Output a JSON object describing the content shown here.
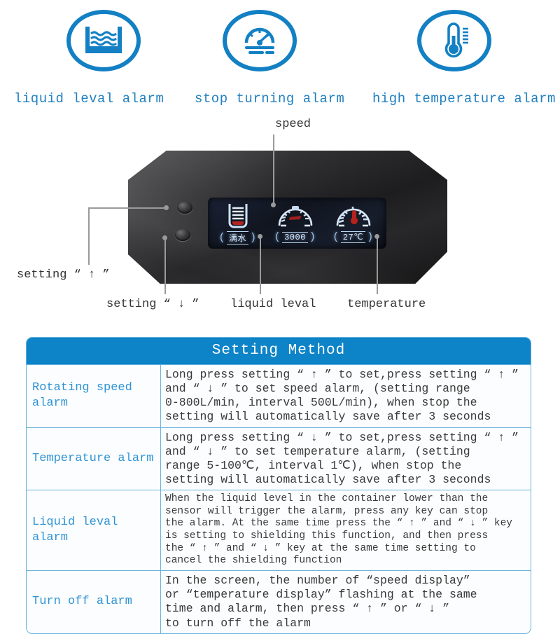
{
  "features": [
    {
      "icon": "liquid-level-icon",
      "label": "liquid leval alarm"
    },
    {
      "icon": "speedometer-icon",
      "label": "stop turning alarm"
    },
    {
      "icon": "thermometer-icon",
      "label": "high temperature alarm"
    }
  ],
  "accent_color": "#1380c4",
  "header_color": "#0d83c8",
  "label_color": "#2e93d4",
  "device": {
    "lcd": [
      {
        "name": "liquid-level-readout",
        "icon": "tank-level-icon",
        "value": "满水"
      },
      {
        "name": "speed-readout",
        "icon": "speed-gauge-icon",
        "value": "3000"
      },
      {
        "name": "temperature-readout",
        "icon": "temp-gauge-icon",
        "value": "27℃"
      }
    ],
    "callouts": {
      "speed": "speed",
      "setting_up": "setting “ ↑ ”",
      "setting_down": "setting “ ↓ ”",
      "liquid_level": "liquid leval",
      "temperature": "temperature"
    }
  },
  "table": {
    "title": "Setting Method",
    "rows": [
      {
        "label": "Rotating speed alarm",
        "size": "big",
        "lines": [
          "Long press setting “ ↑ ” to set,press setting “ ↑ ”",
          "and  “ ↓ ” to set speed alarm, (setting range",
          "0-800L/min, interval 500L/min), when stop the",
          "setting will automatically save after 3 seconds"
        ]
      },
      {
        "label": "Temperature alarm",
        "size": "big",
        "lines": [
          "Long press setting “ ↓ ” to set,press setting “ ↑ ”",
          "and  “ ↓ ”  to set temperature alarm, (setting",
          "range 5-100℃, interval 1℃), when stop the",
          "setting will automatically save after 3 seconds"
        ]
      },
      {
        "label": "Liquid leval alarm",
        "size": "small",
        "lines": [
          "When the liquid level in the container lower than the",
          "sensor will trigger the alarm, press any key can stop",
          "the alarm. At the same time press the “ ↑ ” and “ ↓ ” key",
          "is setting to shielding this function, and then press",
          "the  “ ↑ ” and “ ↓ ”  key at the same time setting to",
          "cancel the shielding function"
        ]
      },
      {
        "label": "Turn off alarm",
        "size": "big",
        "lines": [
          "In the screen, the number of “speed display”",
          "or “temperature display” flashing at the same",
          "time and alarm, then press “ ↑ ” or “ ↓ ”",
          "to turn off the alarm"
        ]
      }
    ]
  }
}
